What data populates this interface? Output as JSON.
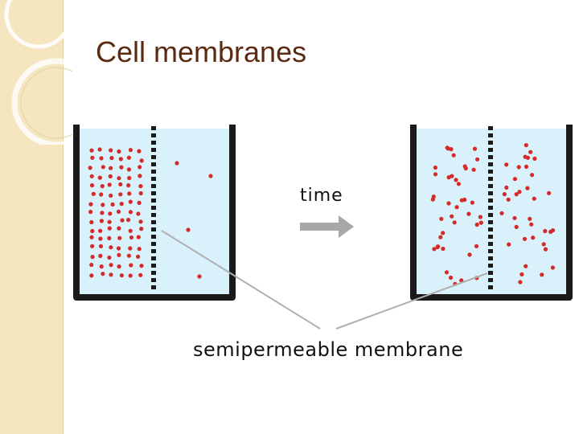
{
  "slide": {
    "title": "Cell membranes"
  },
  "diagram": {
    "time_label": "time",
    "membrane_label": "semipermeable membrane",
    "colors": {
      "water": "#d9f1fb",
      "container": "#1a1a1a",
      "solute": "#d42a2a",
      "arrow": "#a8a8a8",
      "leader_line": "#b0b0b0",
      "side_strip": "#f5e6c0",
      "title": "#5b2a12"
    },
    "icons": [
      "right-arrow-icon"
    ]
  }
}
